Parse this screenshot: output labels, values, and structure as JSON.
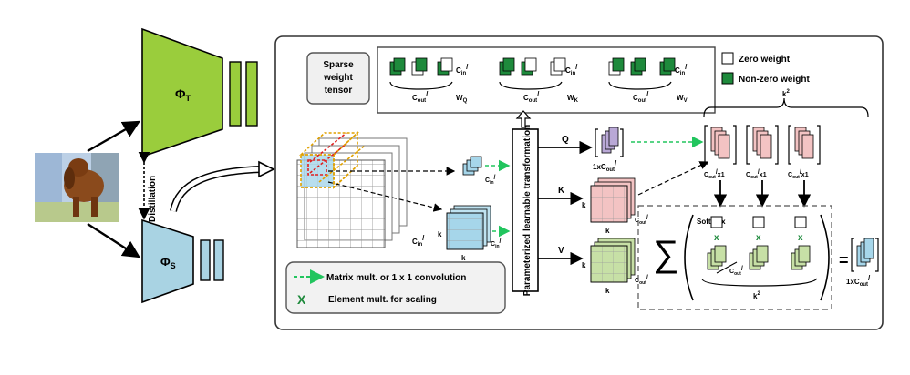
{
  "teacher": {
    "label": "Φ",
    "sub": "T"
  },
  "student": {
    "label": "Φ",
    "sub": "S"
  },
  "distillation_label": "Distillation",
  "sparse_tensor": {
    "line1": "Sparse",
    "line2": "weight",
    "line3": "tensor"
  },
  "legend_weights": {
    "zero": "Zero weight",
    "nonzero": "Non-zero weight"
  },
  "weight_labels": {
    "c": "C",
    "in": "in",
    "out": "out",
    "prime": "/",
    "w": "W",
    "q": "Q",
    "k": "K",
    "v": "V"
  },
  "transform_label": "Parameterized learnable transformation",
  "branch_labels": {
    "q": "Q",
    "k": "K",
    "v": "V"
  },
  "dims": {
    "k": "k",
    "k2": "k",
    "sq": "2",
    "x1": "x1",
    "one_x": "1x"
  },
  "softmax_label": "Softmax",
  "sigma": "∑",
  "x_mark": "x",
  "equals": "=",
  "legend_ops": {
    "matrix": "Matrix mult. or 1 x 1 convolution",
    "element": "Element mult. for scaling",
    "x_symbol": "X"
  },
  "colors": {
    "teacher": "#9acd3c",
    "student": "#a9d3e3",
    "green": "#1e8a3c",
    "purple": "#b9a8d6",
    "pink": "#f3c3c3",
    "olive": "#c7e0a6",
    "blue": "#a6d6ea",
    "dash_orange": "#e0a100",
    "dash_red": "#e02020"
  }
}
